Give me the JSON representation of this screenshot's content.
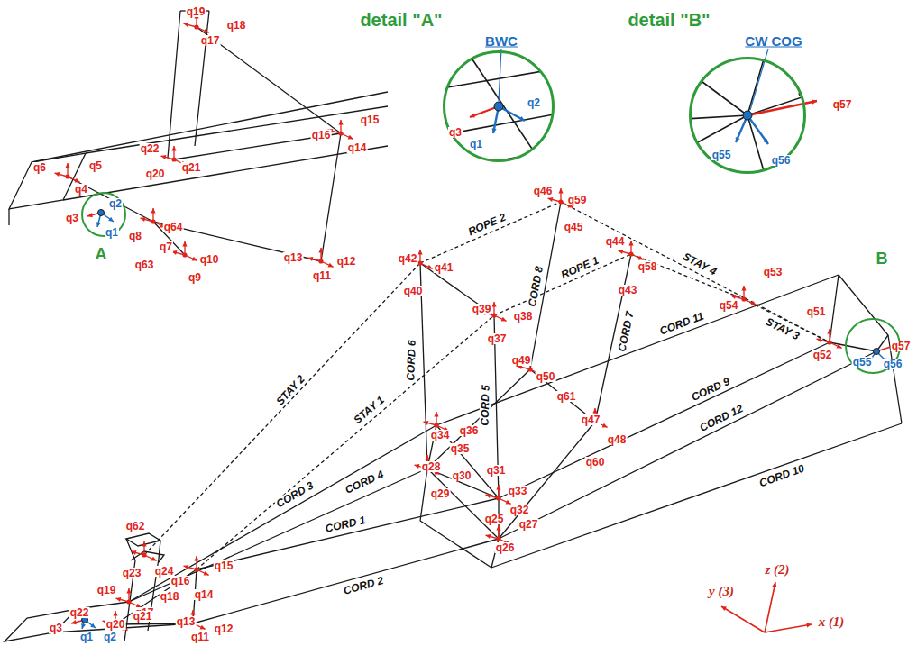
{
  "diagram": {
    "nodes": [
      {
        "text": [
          "detail \"A\"",
          "BWC",
          "q3",
          "q2",
          "q1"
        ]
      },
      {
        "text": [
          "detail \"B\"",
          "CW COG",
          "q57",
          "q55",
          "q56"
        ]
      }
    ],
    "labels": [
      "q19",
      "q18",
      "q17",
      "q6",
      "q5",
      "q4",
      "q22",
      "q21",
      "q20",
      "q16",
      "q15",
      "q14",
      "q3",
      "q2",
      "q1",
      "q8",
      "q64",
      "q7",
      "q10",
      "q63",
      "q9",
      "q13",
      "q12",
      "q11",
      "A",
      "ROPE 2",
      "STAY 2",
      "STAY 1",
      "CORD 6",
      "CORD 5",
      "CORD 8",
      "ROPE 1",
      "CORD 7",
      "STAY 4",
      "CORD 11",
      "STAY 3",
      "CORD 9",
      "CORD 12",
      "CORD 10",
      "CORD 3",
      "CORD 4",
      "CORD 1",
      "CORD 2",
      "B",
      "q46",
      "q59",
      "q45",
      "q42",
      "q41",
      "q40",
      "q44",
      "q58",
      "q43",
      "q39",
      "q38",
      "q37",
      "q53",
      "q54",
      "q51",
      "q52",
      "q49",
      "q50",
      "q61",
      "q47",
      "q48",
      "q60",
      "q34",
      "q36",
      "q35",
      "q28",
      "q30",
      "q29",
      "q31",
      "q33",
      "q32",
      "q25",
      "q27",
      "q26",
      "q62",
      "q23",
      "q24",
      "q19",
      "q18",
      "q17",
      "q16",
      "q15",
      "q14",
      "q22",
      "q21",
      "q20",
      "q3",
      "q1",
      "q2",
      "q13",
      "q12",
      "q11",
      "y (3)",
      "z (2)",
      "x (1)",
      "q57",
      "q55",
      "q56"
    ]
  }
}
